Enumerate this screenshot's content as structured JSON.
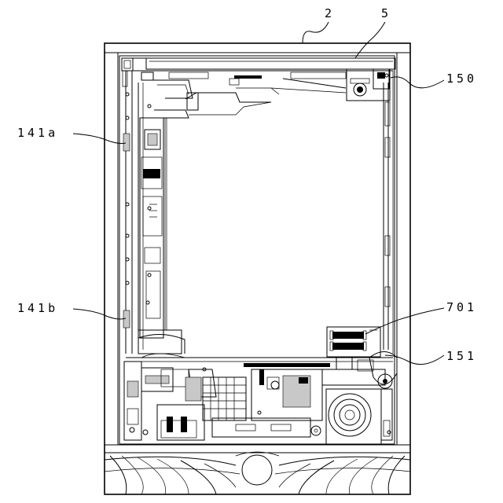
{
  "figure": {
    "labels": {
      "ref_2": "2",
      "ref_5": "5",
      "ref_150": "150",
      "ref_141a": "141a",
      "ref_141b": "141b",
      "ref_701": "701",
      "ref_151": "151"
    }
  }
}
